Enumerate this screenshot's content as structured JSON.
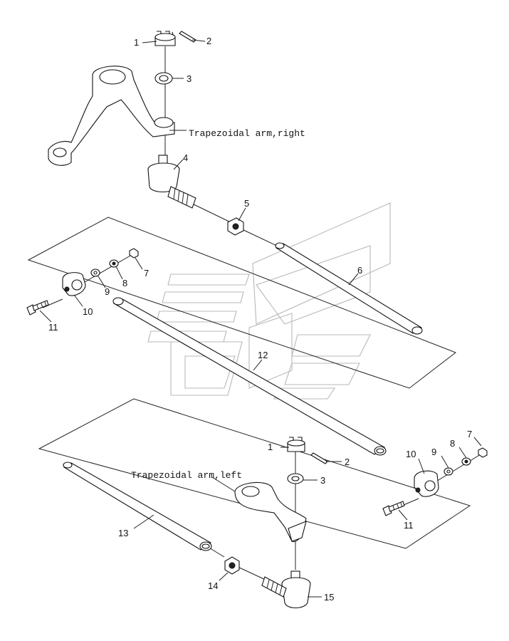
{
  "diagram": {
    "captions": {
      "arm_right": "Trapezoidal arm,right",
      "arm_left": "Trapezoidal arm,left"
    },
    "labels": [
      {
        "id": "upper-1",
        "text": "1"
      },
      {
        "id": "upper-2",
        "text": "2"
      },
      {
        "id": "upper-3",
        "text": "3"
      },
      {
        "id": "upper-4",
        "text": "4"
      },
      {
        "id": "upper-5",
        "text": "5"
      },
      {
        "id": "upper-6",
        "text": "6"
      },
      {
        "id": "upper-7",
        "text": "7"
      },
      {
        "id": "upper-8",
        "text": "8"
      },
      {
        "id": "upper-9",
        "text": "9"
      },
      {
        "id": "upper-10",
        "text": "10"
      },
      {
        "id": "upper-11",
        "text": "11"
      },
      {
        "id": "mid-12",
        "text": "12"
      },
      {
        "id": "lower-1",
        "text": "1"
      },
      {
        "id": "lower-2",
        "text": "2"
      },
      {
        "id": "lower-3",
        "text": "3"
      },
      {
        "id": "lower-7",
        "text": "7"
      },
      {
        "id": "lower-8",
        "text": "8"
      },
      {
        "id": "lower-9",
        "text": "9"
      },
      {
        "id": "lower-10",
        "text": "10"
      },
      {
        "id": "lower-11",
        "text": "11"
      },
      {
        "id": "lower-13",
        "text": "13"
      },
      {
        "id": "lower-14",
        "text": "14"
      },
      {
        "id": "lower-15",
        "text": "15"
      }
    ]
  }
}
